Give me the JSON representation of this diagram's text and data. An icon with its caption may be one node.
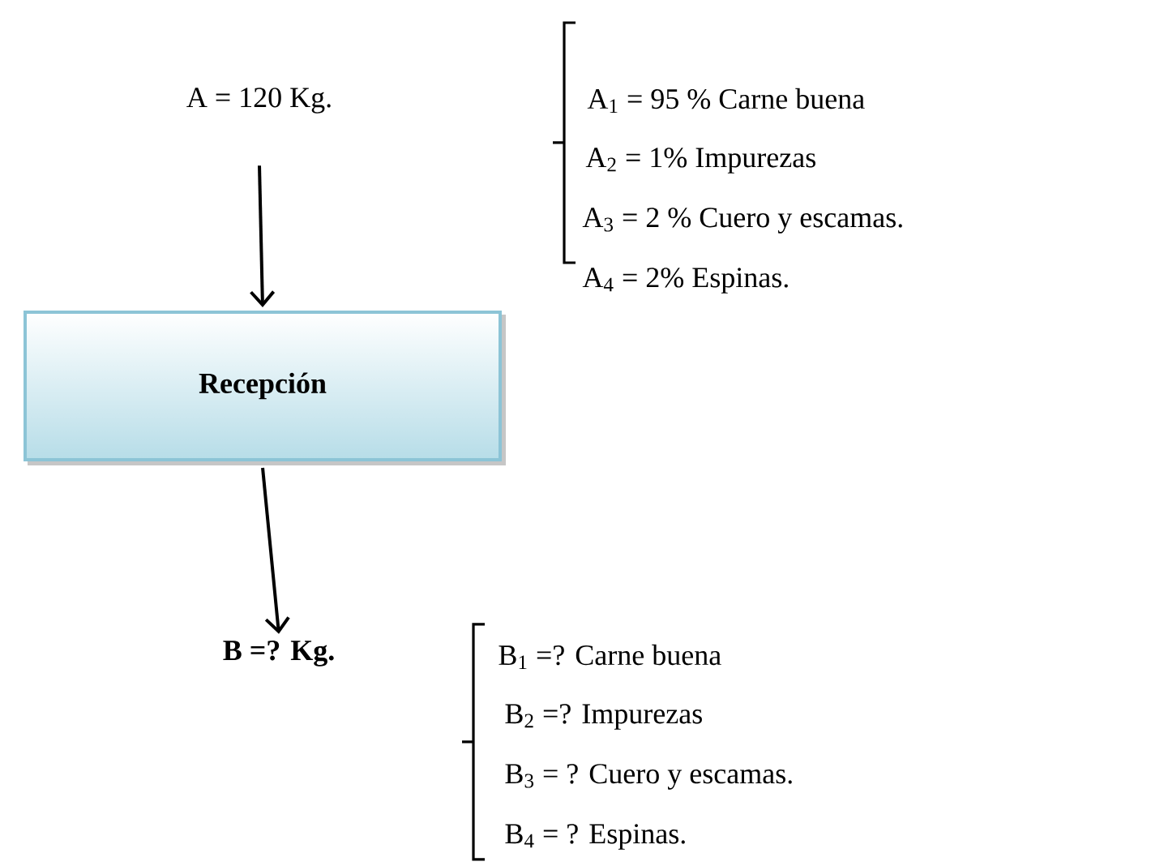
{
  "diagram": {
    "nodes": [
      {
        "text": [
          "A = 120 Kg."
        ]
      },
      {
        "text": [
          "Recepción"
        ]
      },
      {
        "text": [
          "B =? Kg."
        ]
      }
    ],
    "edges": [
      {
        "from": 0,
        "to": 1,
        "arrow": "to"
      },
      {
        "from": 1,
        "to": 2,
        "arrow": "to"
      }
    ],
    "labels": [
      "A$_{1}$ = 95 % Carne buena",
      "A$_{2}$ = 1% Impurezas",
      "A$_{3}$ = 2 % Cuero y escamas.",
      "A$_{4}$ = 2% Espinas.",
      "B$_{1}$ =? Carne buena",
      "B$_{2}$ =? Impurezas",
      "B$_{3}$ = ? Cuero y escamas.",
      "B$_{4}$ = ? Espinas."
    ]
  }
}
